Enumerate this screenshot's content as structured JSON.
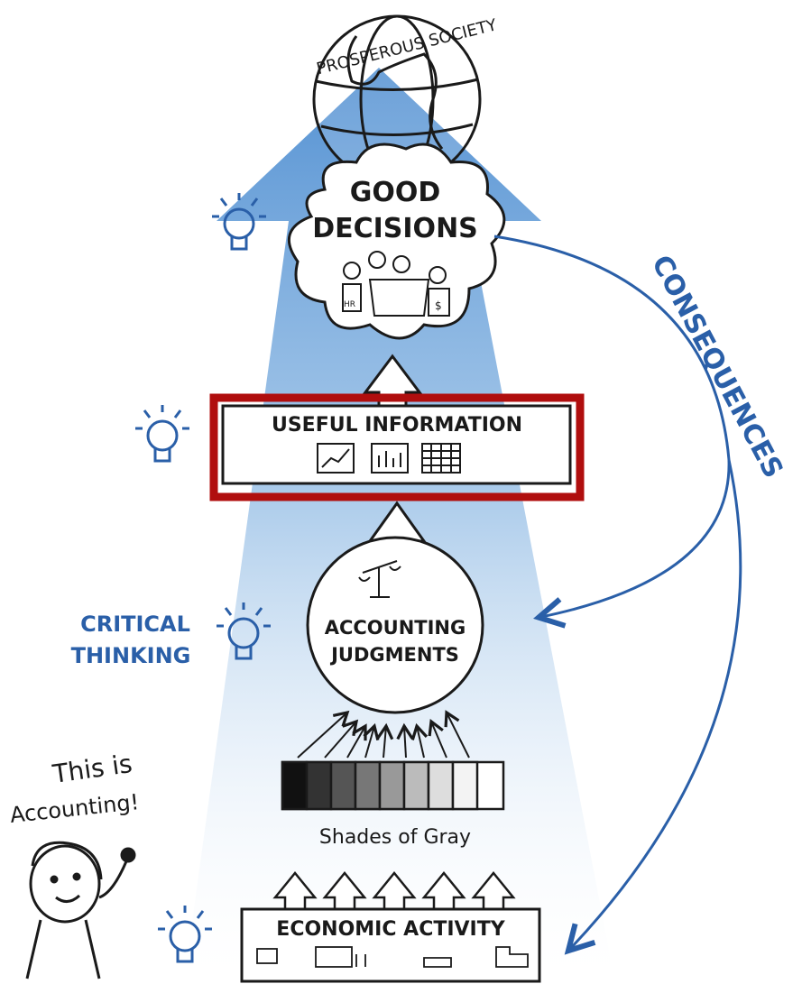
{
  "globe_label": "PROSPEROUS SOCIETY",
  "good_decisions": {
    "line1": "GOOD",
    "line2": "DECISIONS",
    "tag_left": "HR",
    "tag_right": "$"
  },
  "useful_information": "USEFUL INFORMATION",
  "accounting_judgments": {
    "line1": "ACCOUNTING",
    "line2": "JUDGMENTS"
  },
  "shades_of_gray": "Shades of Gray",
  "economic_activity": "ECONOMIC ACTIVITY",
  "critical_thinking": {
    "line1": "CRITICAL",
    "line2": "THINKING"
  },
  "consequences": "CONSEQUENCES",
  "caption": {
    "line1": "This is",
    "line2": "Accounting!"
  },
  "colors": {
    "ink": "#1a1a1a",
    "blue": "#2a5fa8",
    "highlight": "#b00e0e",
    "beam": "#5b9bd5"
  },
  "icons": [
    "globe-icon",
    "lightbulb-icon",
    "people-icon",
    "chart-icon",
    "scale-icon",
    "factory-icon"
  ]
}
